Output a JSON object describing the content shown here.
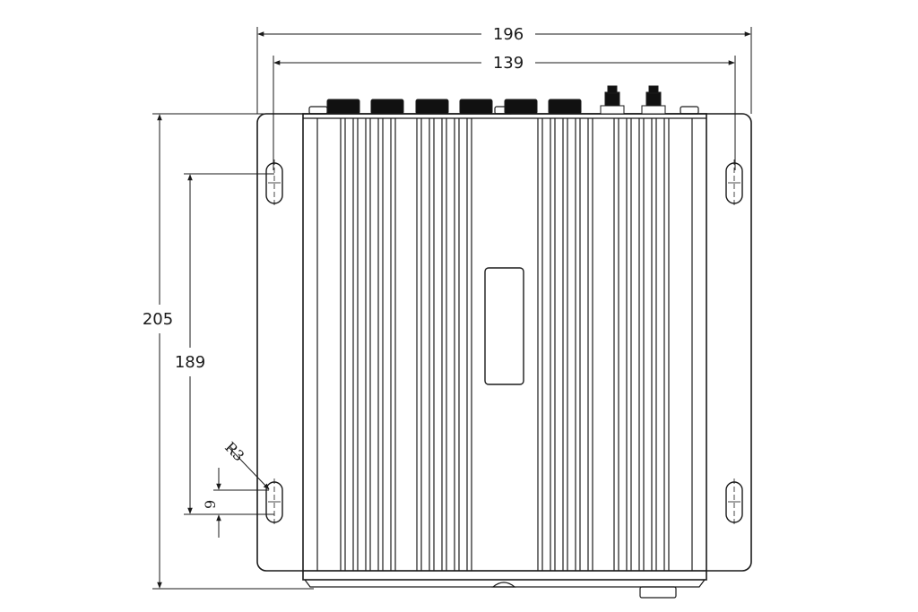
{
  "dimensions": {
    "overall_width": "196",
    "body_width": "139",
    "overall_height": "205",
    "hole_spacing": "189",
    "slot_radius": "R3",
    "slot_length": "9"
  },
  "colors": {
    "line": "#1a1a1a",
    "background": "#ffffff",
    "connector_fill": "#111111"
  }
}
